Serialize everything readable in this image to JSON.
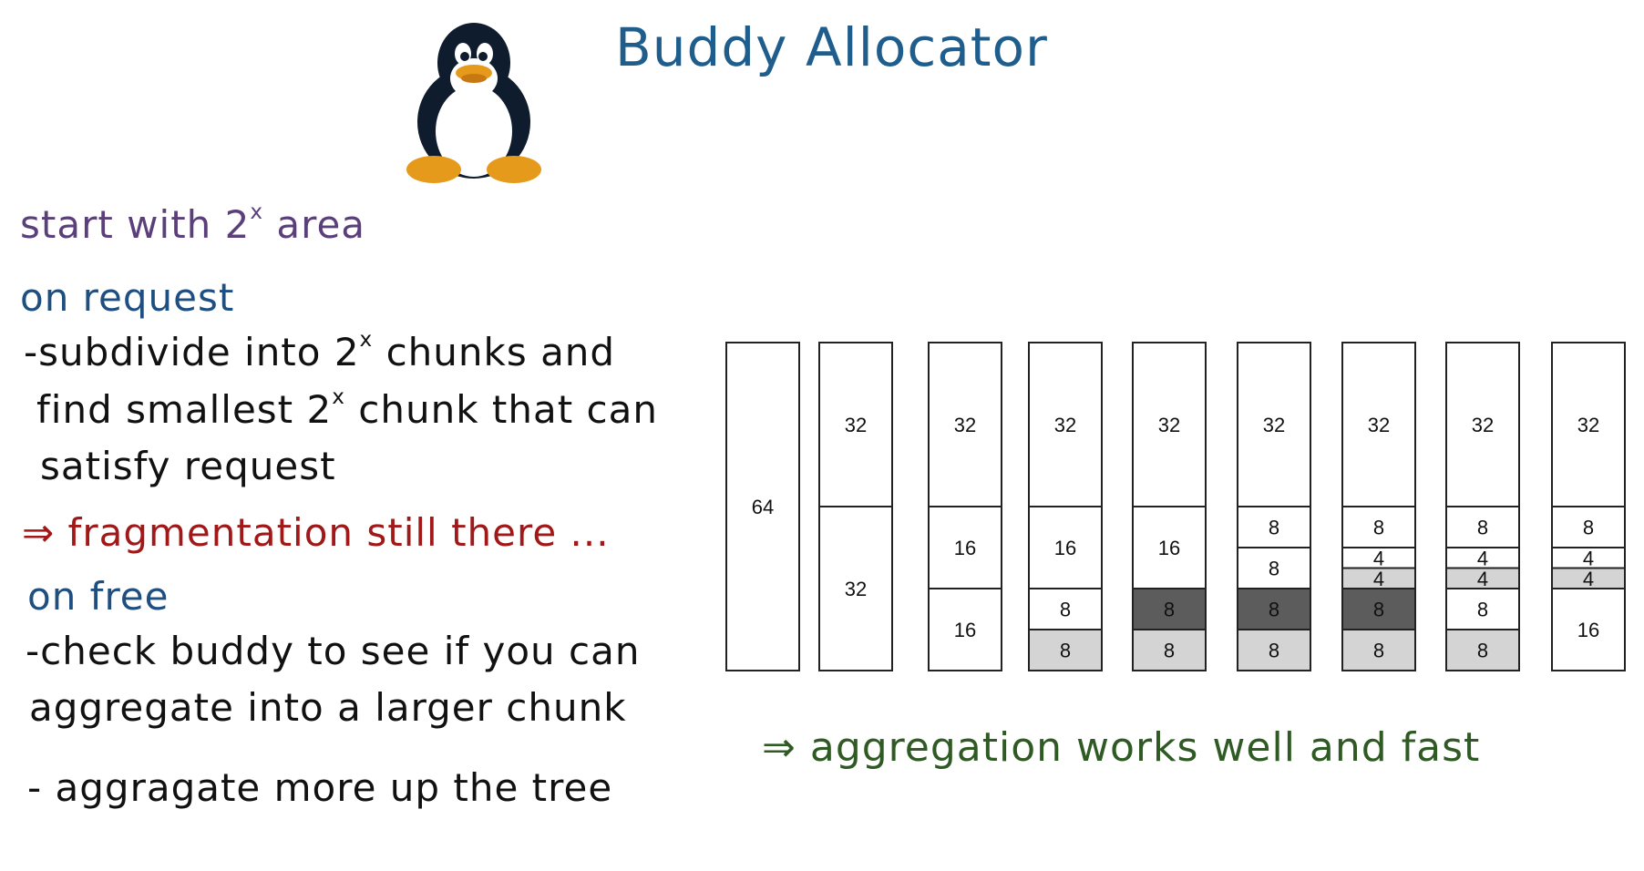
{
  "title": "Buddy Allocator",
  "notes": {
    "start_prefix": "start with 2",
    "start_sup": "x",
    "start_suffix": " area",
    "on_request": "on request",
    "subdivide_prefix": "-subdivide into 2",
    "subdivide_sup": "x",
    "subdivide_suffix": " chunks and",
    "find_prefix": "find smallest 2",
    "find_sup": "x",
    "find_suffix": " chunk that can",
    "satisfy": "satisfy request",
    "fragmentation": "⇒ fragmentation still there ...",
    "on_free": "on free",
    "check_buddy": "-check buddy to see if you can",
    "aggregate_into": "aggregate into a larger chunk",
    "aggregate_more": "- aggragate more up the tree"
  },
  "conclusion": "⇒ aggregation works well and fast",
  "block_colors": {
    "free": "#ffffff",
    "allocated_light": "#d4d4d4",
    "allocated_dark": "#5c5c5c",
    "border": "#222222"
  },
  "columns": [
    {
      "segments": [
        {
          "size": 64,
          "label": "64",
          "state": "free"
        }
      ]
    },
    {
      "segments": [
        {
          "size": 32,
          "label": "32",
          "state": "free"
        },
        {
          "size": 32,
          "label": "32",
          "state": "free"
        }
      ]
    },
    {
      "segments": [
        {
          "size": 32,
          "label": "32",
          "state": "free"
        },
        {
          "size": 16,
          "label": "16",
          "state": "free"
        },
        {
          "size": 16,
          "label": "16",
          "state": "free"
        }
      ]
    },
    {
      "segments": [
        {
          "size": 32,
          "label": "32",
          "state": "free"
        },
        {
          "size": 16,
          "label": "16",
          "state": "free"
        },
        {
          "size": 8,
          "label": "8",
          "state": "free"
        },
        {
          "size": 8,
          "label": "8",
          "state": "light"
        }
      ]
    },
    {
      "segments": [
        {
          "size": 32,
          "label": "32",
          "state": "free"
        },
        {
          "size": 16,
          "label": "16",
          "state": "free"
        },
        {
          "size": 8,
          "label": "8",
          "state": "dark"
        },
        {
          "size": 8,
          "label": "8",
          "state": "light"
        }
      ]
    },
    {
      "segments": [
        {
          "size": 32,
          "label": "32",
          "state": "free"
        },
        {
          "size": 8,
          "label": "8",
          "state": "free"
        },
        {
          "size": 8,
          "label": "8",
          "state": "free"
        },
        {
          "size": 8,
          "label": "8",
          "state": "dark"
        },
        {
          "size": 8,
          "label": "8",
          "state": "light"
        }
      ]
    },
    {
      "segments": [
        {
          "size": 32,
          "label": "32",
          "state": "free"
        },
        {
          "size": 8,
          "label": "8",
          "state": "free"
        },
        {
          "size": 4,
          "label": "4",
          "state": "free"
        },
        {
          "size": 4,
          "label": "4",
          "state": "light"
        },
        {
          "size": 8,
          "label": "8",
          "state": "dark"
        },
        {
          "size": 8,
          "label": "8",
          "state": "light"
        }
      ]
    },
    {
      "segments": [
        {
          "size": 32,
          "label": "32",
          "state": "free"
        },
        {
          "size": 8,
          "label": "8",
          "state": "free"
        },
        {
          "size": 4,
          "label": "4",
          "state": "free"
        },
        {
          "size": 4,
          "label": "4",
          "state": "light"
        },
        {
          "size": 8,
          "label": "8",
          "state": "free"
        },
        {
          "size": 8,
          "label": "8",
          "state": "light"
        }
      ]
    },
    {
      "segments": [
        {
          "size": 32,
          "label": "32",
          "state": "free"
        },
        {
          "size": 8,
          "label": "8",
          "state": "free"
        },
        {
          "size": 4,
          "label": "4",
          "state": "free"
        },
        {
          "size": 4,
          "label": "4",
          "state": "light"
        },
        {
          "size": 16,
          "label": "16",
          "state": "free"
        }
      ]
    }
  ]
}
